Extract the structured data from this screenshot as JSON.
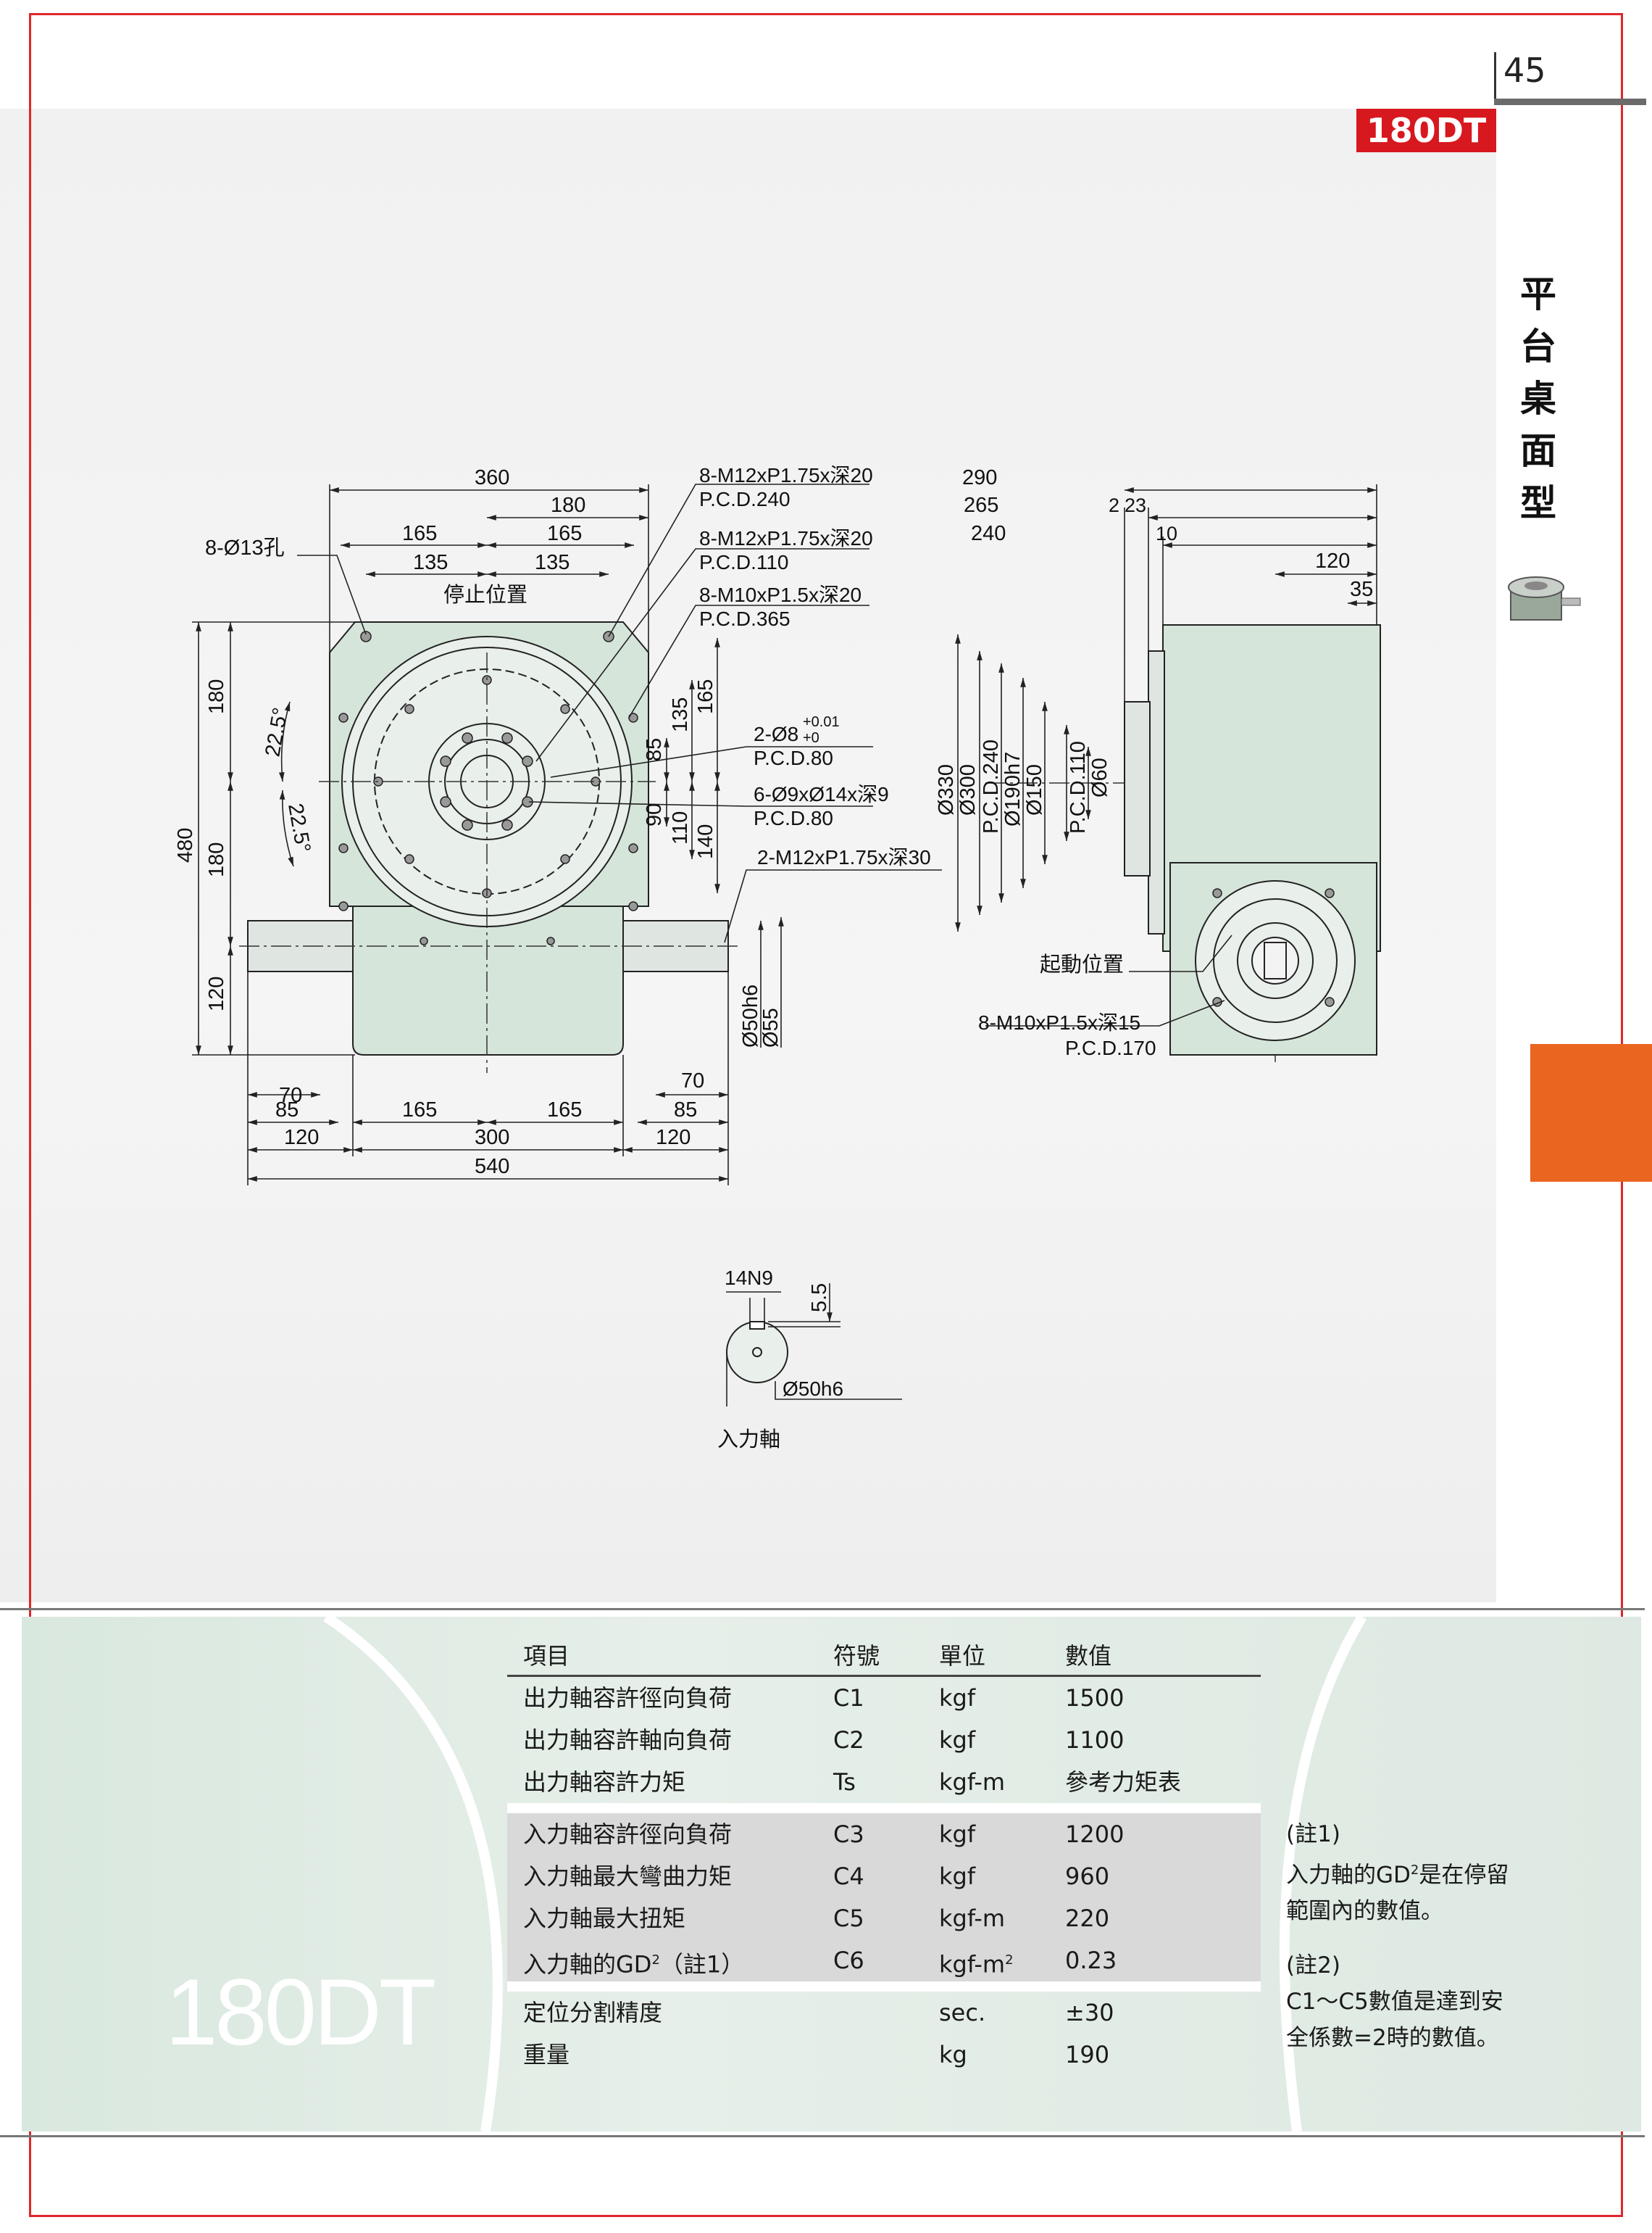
{
  "page": {
    "number": "45",
    "model_tag": "180DT",
    "vertical_title": [
      "平",
      "台",
      "桌",
      "面",
      "型"
    ]
  },
  "front_view": {
    "dims": {
      "w360": "360",
      "w180": "180",
      "w165a": "165",
      "w165b": "165",
      "w135a": "135",
      "w135b": "135",
      "h480": "480",
      "h180a": "180",
      "h180b": "180",
      "h120": "120",
      "ang1": "22.5°",
      "ang2": "22.5°",
      "r85": "85",
      "r135": "135",
      "r165": "165",
      "r90": "90",
      "r110": "110",
      "r140": "140",
      "b70a": "70",
      "b85a": "85",
      "b120a": "120",
      "b165a": "165",
      "b165b": "165",
      "b300": "300",
      "b70b": "70",
      "b85b": "85",
      "b120b": "120",
      "b540": "540",
      "shaft1": "Ø50h6",
      "shaft2": "Ø55"
    },
    "labels": {
      "holes13": "8-Ø13孔",
      "stop_pos": "停止位置",
      "n1a": "8-M12xP1.75x深20",
      "n1b": "P.C.D.240",
      "n2a": "8-M12xP1.75x深20",
      "n2b": "P.C.D.110",
      "n3a": "8-M10xP1.5x深20",
      "n3b": "P.C.D.365",
      "n4a": "2-Ø8",
      "n4sup": "+0.01",
      "n4sub": "+0",
      "n4b": "P.C.D.80",
      "n5a": "6-Ø9xØ14x深9",
      "n5b": "P.C.D.80",
      "n6a": "2-M12xP1.75x深30"
    }
  },
  "side_view": {
    "dims": {
      "w290": "290",
      "w265": "265",
      "w240": "240",
      "w120": "120",
      "w35": "35",
      "s2": "2",
      "s23": "23",
      "s10": "10",
      "d330": "Ø330",
      "d300": "Ø300",
      "pcd240": "P.C.D.240",
      "d190": "Ø190h7",
      "d150": "Ø150",
      "pcd110": "P.C.D.110",
      "d60": "Ø60"
    },
    "labels": {
      "start_pos": "起動位置",
      "n7a": "8-M10xP1.5x深15",
      "n7b": "P.C.D.170"
    }
  },
  "shaft_detail": {
    "key": "14N9",
    "depth": "5.5",
    "dia": "Ø50h6",
    "caption": "入力軸"
  },
  "spec_table": {
    "header": {
      "item": "項目",
      "symbol": "符號",
      "unit": "單位",
      "value": "數值"
    },
    "group1": [
      {
        "item": "出力軸容許徑向負荷",
        "symbol": "C1",
        "unit": "kgf",
        "value": "1500"
      },
      {
        "item": "出力軸容許軸向負荷",
        "symbol": "C2",
        "unit": "kgf",
        "value": "1100"
      },
      {
        "item": "出力軸容許力矩",
        "symbol": "Ts",
        "unit": "kgf-m",
        "value": "參考力矩表"
      }
    ],
    "group2": [
      {
        "item": "入力軸容許徑向負荷",
        "symbol": "C3",
        "unit": "kgf",
        "value": "1200"
      },
      {
        "item": "入力軸最大彎曲力矩",
        "symbol": "C4",
        "unit": "kgf",
        "value": "960"
      },
      {
        "item": "入力軸最大扭矩",
        "symbol": "C5",
        "unit": "kgf-m",
        "value": "220"
      },
      {
        "item_pre": "入力軸的GD",
        "item_sup": "2",
        "item_post": "（註1）",
        "symbol": "C6",
        "unit_pre": "kgf-m",
        "unit_sup": "2",
        "value": "0.23"
      }
    ],
    "group3": [
      {
        "item": "定位分割精度",
        "symbol": "",
        "unit": "sec.",
        "value": "±30"
      },
      {
        "item": "重量",
        "symbol": "",
        "unit": "kg",
        "value": "190"
      }
    ]
  },
  "notes": {
    "n1_title": "(註1)",
    "n1_pre": "入力軸的GD",
    "n1_sup": "2",
    "n1_post": "是在停留範圍內的數值。",
    "n2_title": "(註2)",
    "n2_body": "C1～C5數值是達到安全係數=2時的數值。"
  },
  "big_model": "180DT",
  "colors": {
    "accent_red": "#d7181f",
    "orange": "#ea6520",
    "body_green": "#d4e3d9"
  }
}
